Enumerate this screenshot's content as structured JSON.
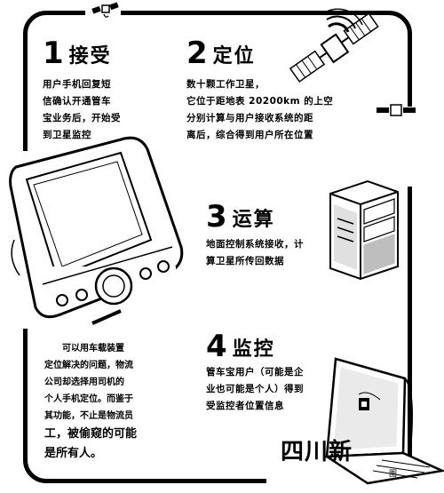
{
  "steps": [
    {
      "number": "1",
      "title": "接受",
      "lines": [
        "用户手机回复短",
        "信确认开通管车",
        "宝业务后，开始受",
        "到卫星监控"
      ]
    },
    {
      "number": "2",
      "title": "定位",
      "lines": [
        "数十颗工作卫星，",
        "它位于距地表 20200km 的上空",
        "分别计算与用户接收系统的距",
        "离后，综合得到用户所在位置"
      ]
    },
    {
      "number": "3",
      "title": "运算",
      "lines": [
        "地面控制系统接收，计",
        "算卫星所传回数据"
      ]
    },
    {
      "number": "4",
      "title": "监控",
      "lines": [
        "管车宝用户（可能是企",
        "业也可能是个人）得到",
        "受监控者位置信息"
      ]
    }
  ],
  "note": {
    "lines": [
      "可以用车载装置",
      "定位解决的问题，物流",
      "公司却选择用司机的",
      "个人手机定位。而鉴于",
      "其功能，不止是物流员"
    ],
    "emphasis_lines": [
      "工，被偷窥的可能",
      "是所有人。"
    ]
  },
  "brand": {
    "text": "四川新",
    "sub": "图"
  },
  "icons": [
    "satellite-icon",
    "satellite-dish-icon",
    "satellite-icon",
    "satellite-icon",
    "pda-device-icon",
    "server-tower-icon",
    "laptop-icon"
  ]
}
